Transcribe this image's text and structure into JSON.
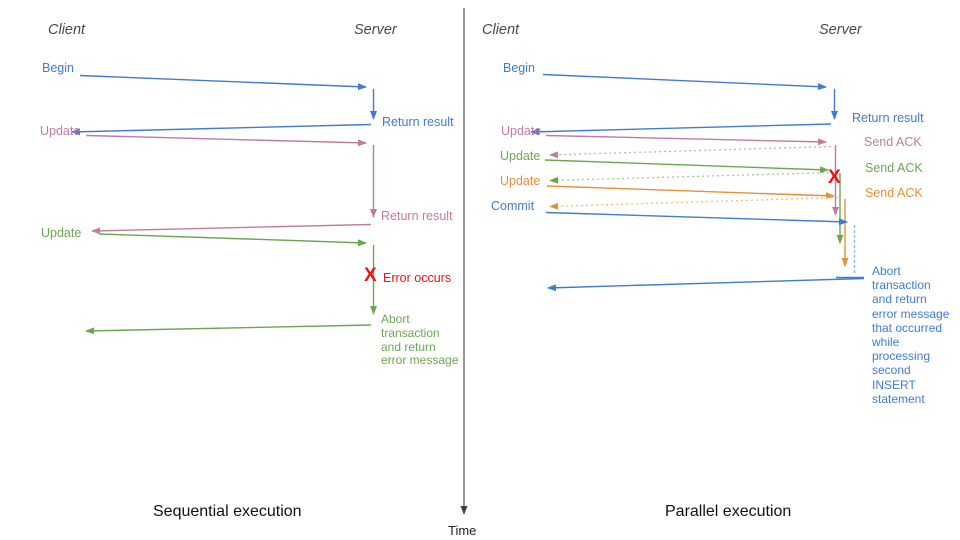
{
  "colors": {
    "blue": "#3f7cd2",
    "pink": "#c27ba0",
    "green": "#6aa84f",
    "orange": "#e69138",
    "red": "#ee1111",
    "dotted_pink": "#d5a6bd",
    "dotted_green": "#a8c99a",
    "dotted_orange": "#f3bb7a",
    "dashed_blue": "#8db7e8",
    "axis": "#3c4043",
    "header_text": "#4a4a4a"
  },
  "time_axis": {
    "label": "Time"
  },
  "left_panel": {
    "caption": "Sequential execution",
    "client_header": "Client",
    "server_header": "Server",
    "begin_label": "Begin",
    "return_result_1": "Return result",
    "update_1": "Update",
    "return_result_2": "Return result",
    "update_2": "Update",
    "error_x": "X",
    "error_label": "Error occurs",
    "abort_message": "Abort\ntransaction\nand return\nerror message"
  },
  "right_panel": {
    "caption": "Parallel execution",
    "client_header": "Client",
    "server_header": "Server",
    "begin_label": "Begin",
    "return_result_1": "Return result",
    "update_1": "Update",
    "send_ack_1": "Send ACK",
    "update_2": "Update",
    "send_ack_2": "Send ACK",
    "update_3": "Update",
    "send_ack_3": "Send ACK",
    "commit_label": "Commit",
    "error_x": "X",
    "abort_message": "Abort\ntransaction\nand return\nerror message\nthat occurred\nwhile\nprocessing\nsecond\nINSERT\nstatement"
  }
}
